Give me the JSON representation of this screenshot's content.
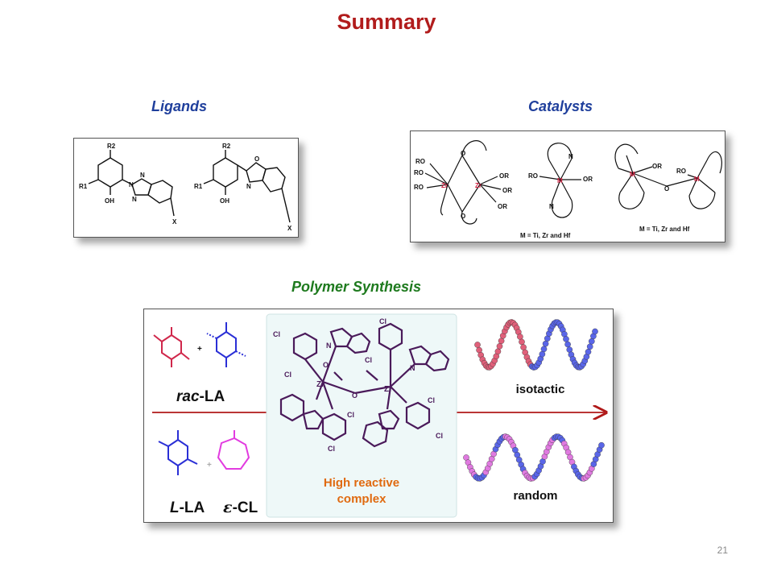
{
  "slide": {
    "title": "Summary",
    "page_number": "21"
  },
  "ligands": {
    "label": "Ligands",
    "structure_labels": [
      "R2",
      "R1",
      "OH",
      "N",
      "N",
      "N",
      "X",
      "R2",
      "R1",
      "OH",
      "O",
      "N",
      "X"
    ]
  },
  "catalysts": {
    "label": "Catalysts",
    "structure_labels": [
      "RO",
      "RO",
      "RO",
      "Zr",
      "Zr",
      "OR",
      "OR",
      "OR",
      "O",
      "O",
      "N",
      "N",
      "M",
      "RO",
      "OR",
      "M",
      "M",
      "OR",
      "RO",
      "O"
    ],
    "caption_1": "M = Ti, Zr and Hf",
    "caption_2": "M = Ti, Zr and Hf"
  },
  "polymer_synthesis": {
    "label": "Polymer Synthesis",
    "monomer_1": "rac",
    "monomer_1_suffix": "-LA",
    "plus": "+",
    "monomer_2": "L",
    "monomer_2_suffix": "-LA",
    "monomer_3_symbol": "ε",
    "monomer_3_suffix": "-CL",
    "complex_caption_line1": "High reactive",
    "complex_caption_line2": "complex",
    "complex_atoms": [
      "Cl",
      "Cl",
      "Cl",
      "Cl",
      "Cl",
      "Cl",
      "Cl",
      "Cl",
      "Zr",
      "Zr",
      "O",
      "O",
      "N",
      "N"
    ],
    "result_1": "isotactic",
    "result_2": "random"
  },
  "colors": {
    "title": "#b11c1c",
    "section_blue": "#1f3f9c",
    "section_green": "#1e7a1e",
    "racLA_red": "#d0274b",
    "monomer_blue": "#2a2fd6",
    "cl_magenta": "#e23be0",
    "complex_purple": "#4a1a5a",
    "caption_orange": "#e06a10",
    "arrow": "#b01818"
  }
}
